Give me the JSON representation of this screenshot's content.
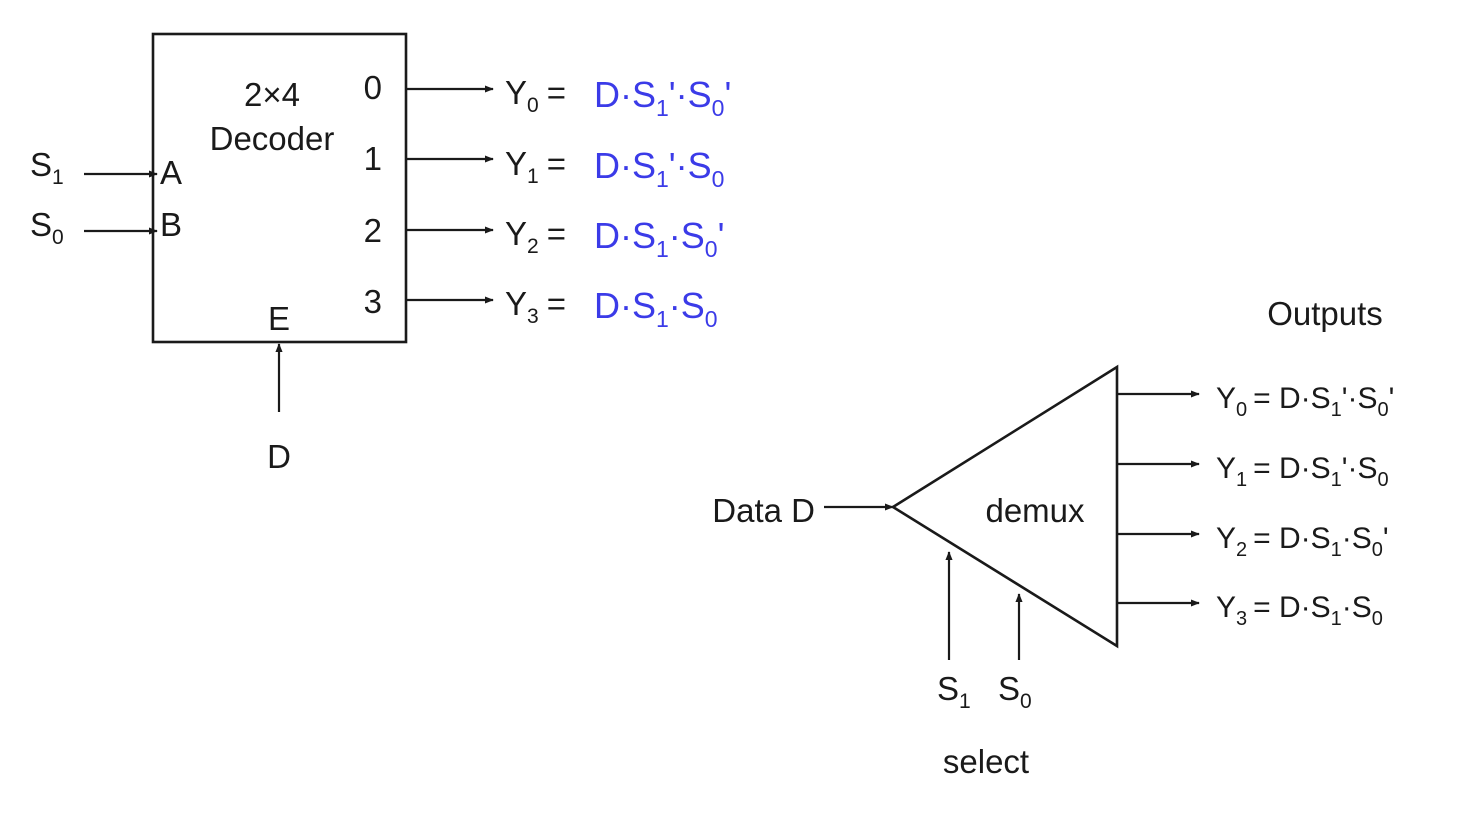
{
  "decoder": {
    "title_line1": "2×4",
    "title_line2": "Decoder",
    "pins_in": [
      "A",
      "B"
    ],
    "enable_pin": "E",
    "outputs": [
      "0",
      "1",
      "2",
      "3"
    ],
    "inputs": [
      {
        "name": "S",
        "sub": "1"
      },
      {
        "name": "S",
        "sub": "0"
      }
    ],
    "enable_input": "D",
    "equations": [
      {
        "y": "Y",
        "ysub": "0",
        "eq": "=",
        "d": "D·S",
        "s1": "1",
        "p1": "'·S",
        "s0": "0",
        "p0": "'"
      },
      {
        "y": "Y",
        "ysub": "1",
        "eq": "=",
        "d": "D·S",
        "s1": "1",
        "p1": "'·S",
        "s0": "0",
        "p0": ""
      },
      {
        "y": "Y",
        "ysub": "2",
        "eq": "=",
        "d": "D·S",
        "s1": "1",
        "p1": "·S",
        "s0": "0",
        "p0": "'"
      },
      {
        "y": "Y",
        "ysub": "3",
        "eq": "=",
        "d": "D·S",
        "s1": "1",
        "p1": "·S",
        "s0": "0",
        "p0": ""
      }
    ],
    "equation_color": "#3b3be8"
  },
  "demux": {
    "label": "demux",
    "data_input": "Data D",
    "outputs_title": "Outputs",
    "select_label": "select",
    "selects": [
      {
        "name": "S",
        "sub": "1"
      },
      {
        "name": "S",
        "sub": "0"
      }
    ],
    "equations": [
      {
        "y": "Y",
        "ysub": "0",
        "eq": "= D·S",
        "s1": "1",
        "p1": "'·S",
        "s0": "0",
        "p0": "'"
      },
      {
        "y": "Y",
        "ysub": "1",
        "eq": "= D·S",
        "s1": "1",
        "p1": "'·S",
        "s0": "0",
        "p0": ""
      },
      {
        "y": "Y",
        "ysub": "2",
        "eq": "= D·S",
        "s1": "1",
        "p1": "·S",
        "s0": "0",
        "p0": "'"
      },
      {
        "y": "Y",
        "ysub": "3",
        "eq": "= D·S",
        "s1": "1",
        "p1": "·S",
        "s0": "0",
        "p0": ""
      }
    ]
  }
}
